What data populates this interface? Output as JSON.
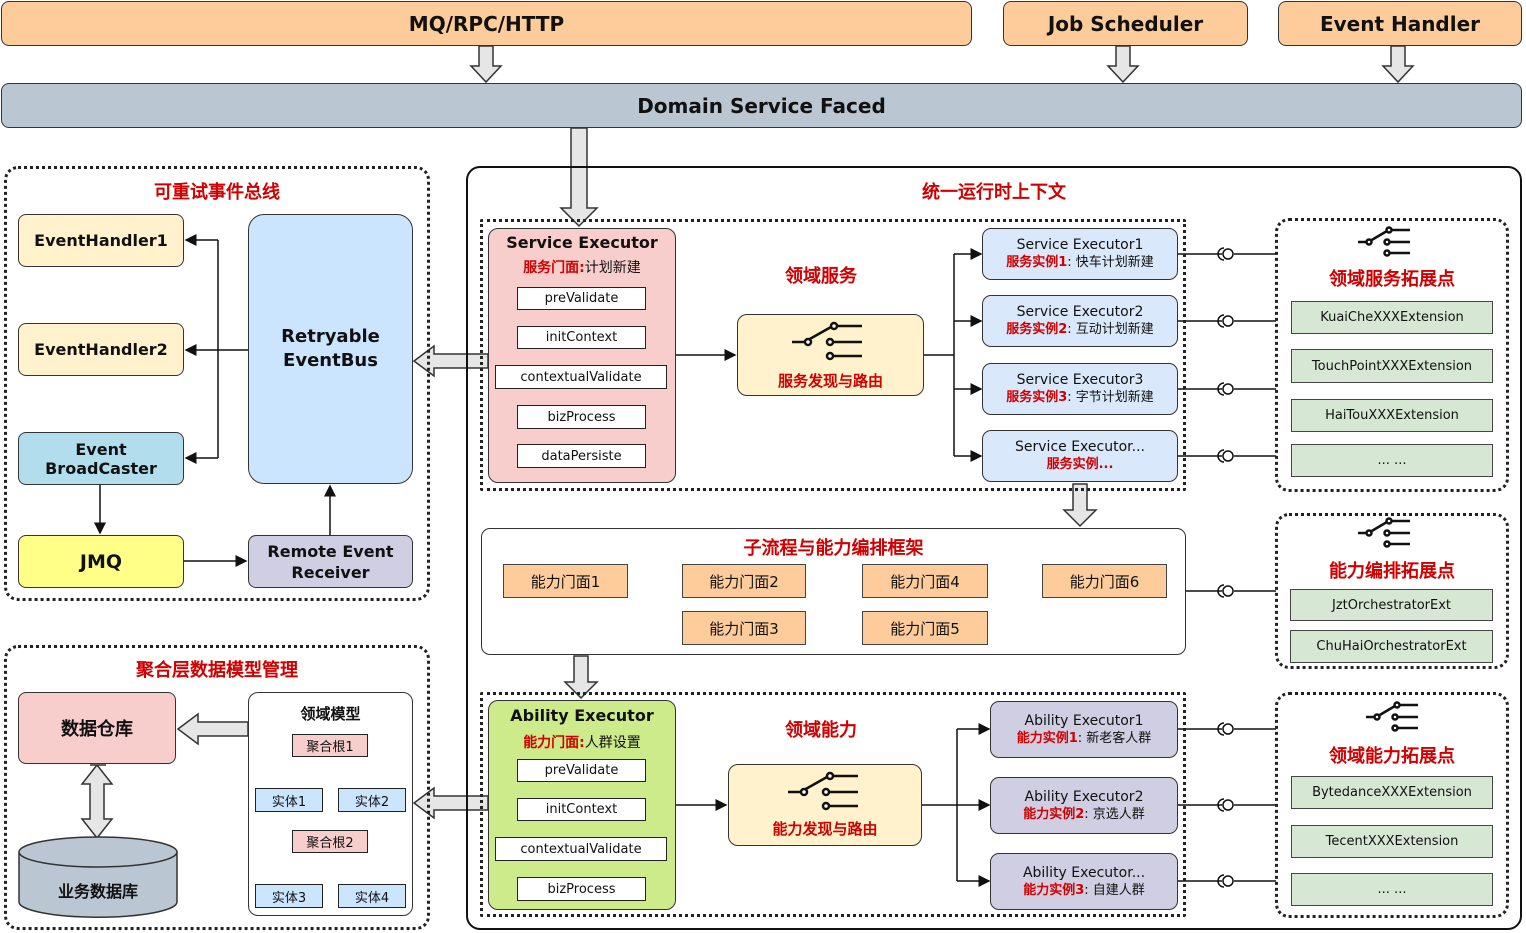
{
  "top": {
    "entry_mq": "MQ/RPC/HTTP",
    "entry_job": "Job Scheduler",
    "entry_event": "Event Handler",
    "facade": "Domain Service Faced"
  },
  "event_bus": {
    "title": "可重试事件总线",
    "handler1": "EventHandler1",
    "handler2": "EventHandler2",
    "broadcaster": "Event BroadCaster",
    "jmq": "JMQ",
    "bus": "Retryable EventBus",
    "receiver": "Remote Event Receiver"
  },
  "data_model": {
    "title": "聚合层数据模型管理",
    "warehouse": "数据仓库",
    "database": "业务数据库",
    "domain_model": "领域模型",
    "root1": "聚合根1",
    "entity1": "实体1",
    "entity2": "实体2",
    "root2": "聚合根2",
    "entity3": "实体3",
    "entity4": "实体4"
  },
  "runtime": {
    "title": "统一运行时上下文",
    "service_section": "领域服务",
    "service_executor": {
      "title": "Service Executor",
      "facade_label": "服务门面:",
      "facade_value": "计划新建",
      "steps": [
        "preValidate",
        "initContext",
        "contextualValidate",
        "bizProcess",
        "dataPersiste"
      ]
    },
    "service_router": "服务发现与路由",
    "service_instances": [
      {
        "name": "Service Executor1",
        "label": "服务实例1",
        "value": ": 快车计划新建"
      },
      {
        "name": "Service Executor2",
        "label": "服务实例2",
        "value": ": 互动计划新建"
      },
      {
        "name": "Service Executor3",
        "label": "服务实例3",
        "value": ": 字节计划新建"
      },
      {
        "name": "Service Executor...",
        "label": "服务实例...",
        "value": ""
      }
    ],
    "service_ext": {
      "title": "领域服务拓展点",
      "items": [
        "KuaiCheXXXExtension",
        "TouchPointXXXExtension",
        "HaiTouXXXExtension",
        "... ..."
      ]
    },
    "orchestration": {
      "title": "子流程与能力编排框架",
      "nodes": [
        "能力门面1",
        "能力门面2",
        "能力门面3",
        "能力门面4",
        "能力门面5",
        "能力门面6"
      ]
    },
    "orch_ext": {
      "title": "能力编排拓展点",
      "items": [
        "JztOrchestratorExt",
        "ChuHaiOrchestratorExt"
      ]
    },
    "ability_section": "领域能力",
    "ability_executor": {
      "title": "Ability Executor",
      "facade_label": "能力门面:",
      "facade_value": "人群设置",
      "steps": [
        "preValidate",
        "initContext",
        "contextualValidate",
        "bizProcess"
      ]
    },
    "ability_router": "能力发现与路由",
    "ability_instances": [
      {
        "name": "Ability Executor1",
        "label": "能力实例1",
        "value": ": 新老客人群"
      },
      {
        "name": "Ability Executor2",
        "label": "能力实例2",
        "value": ": 京选人群"
      },
      {
        "name": "Ability Executor...",
        "label": "能力实例3",
        "value": ": 自建人群"
      }
    ],
    "ability_ext": {
      "title": "领域能力拓展点",
      "items": [
        "BytedanceXXXExtension",
        "TecentXXXExtension",
        "... ..."
      ]
    }
  },
  "colors": {
    "entry": "#fdcc9a",
    "facade": "#bac7d2",
    "accent_red": "#d10000",
    "service_exec": "#f8cecc",
    "ability_exec": "#cdeb8b",
    "router": "#fff2cc",
    "instance_service": "#dae8fc",
    "instance_ability": "#d0cee2",
    "extension": "#d5e8d4"
  }
}
